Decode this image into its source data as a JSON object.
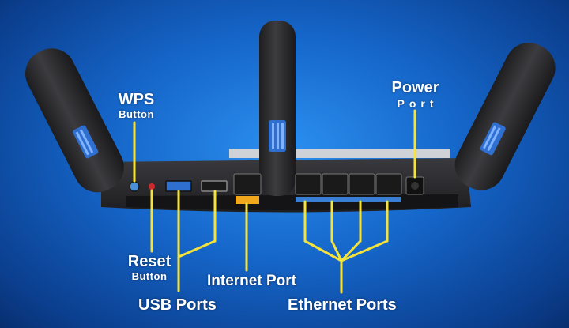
{
  "labels": {
    "wps": {
      "title": "WPS",
      "sub": "Button"
    },
    "power": {
      "title": "Power",
      "sub": "Port"
    },
    "reset": {
      "title": "Reset",
      "sub": "Button"
    },
    "usb": "USB Ports",
    "internet": "Internet Port",
    "ethernet": "Ethernet Ports"
  },
  "colors": {
    "background": "#1565c8",
    "router_body": "#2b2b2e",
    "callout": "#f5e23a",
    "internet_port": "#f2a81d",
    "ethernet_accent": "#3a7fd6",
    "led": "#cc2a2a"
  }
}
